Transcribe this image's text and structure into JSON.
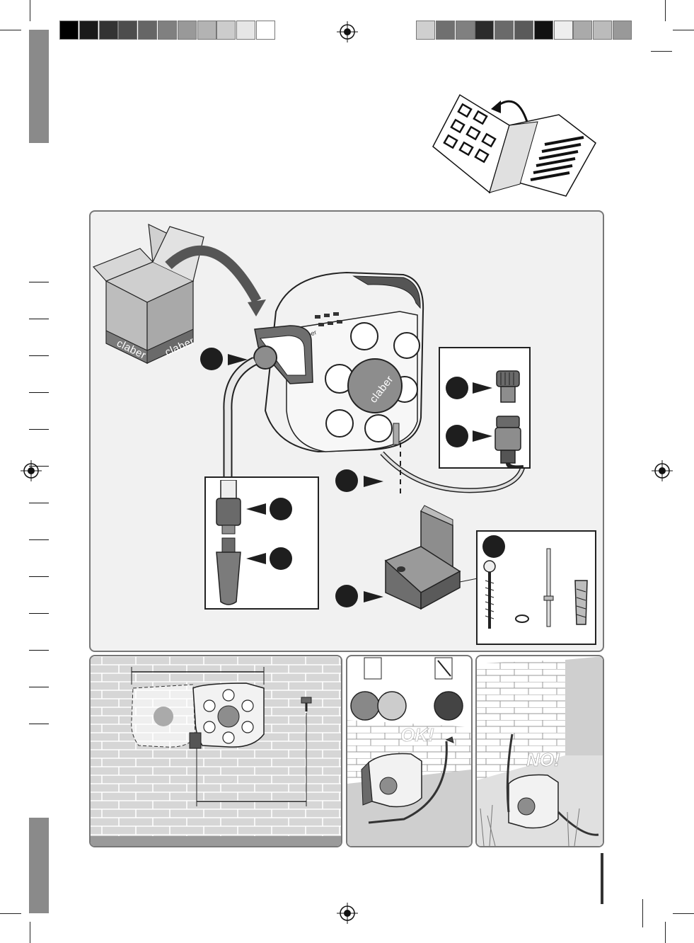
{
  "brand_text": "claber",
  "labels": {
    "ok": "OK!",
    "no": "NO!"
  },
  "colors": {
    "side_bar": "#8a8a8a",
    "panel_border": "#777777",
    "panel_bg": "#f1f1f1",
    "reel_body": "#f4f4f4",
    "reel_hub": "#8d8d8d",
    "step_marker": "#1e1e1e"
  },
  "color_bar_left": [
    "#000000",
    "#1a1a1a",
    "#333333",
    "#4d4d4d",
    "#666666",
    "#808080",
    "#999999",
    "#b3b3b3",
    "#cccccc",
    "#e6e6e6",
    "#ffffff"
  ],
  "color_bar_right": [
    "#cfcfcf",
    "#707070",
    "#808080",
    "#2b2b2b",
    "#6a6a6a",
    "#5a5a5a",
    "#111111",
    "#eeeeee",
    "#aaaaaa",
    "#bbbbbb",
    "#999999"
  ],
  "icons": [
    "registration-mark",
    "manual-booklet",
    "cardboard-box",
    "hose-reel",
    "wall-bracket",
    "screw",
    "washer",
    "pin",
    "wall-plug",
    "hose-connector",
    "tap",
    "nozzle",
    "brick-wall"
  ]
}
